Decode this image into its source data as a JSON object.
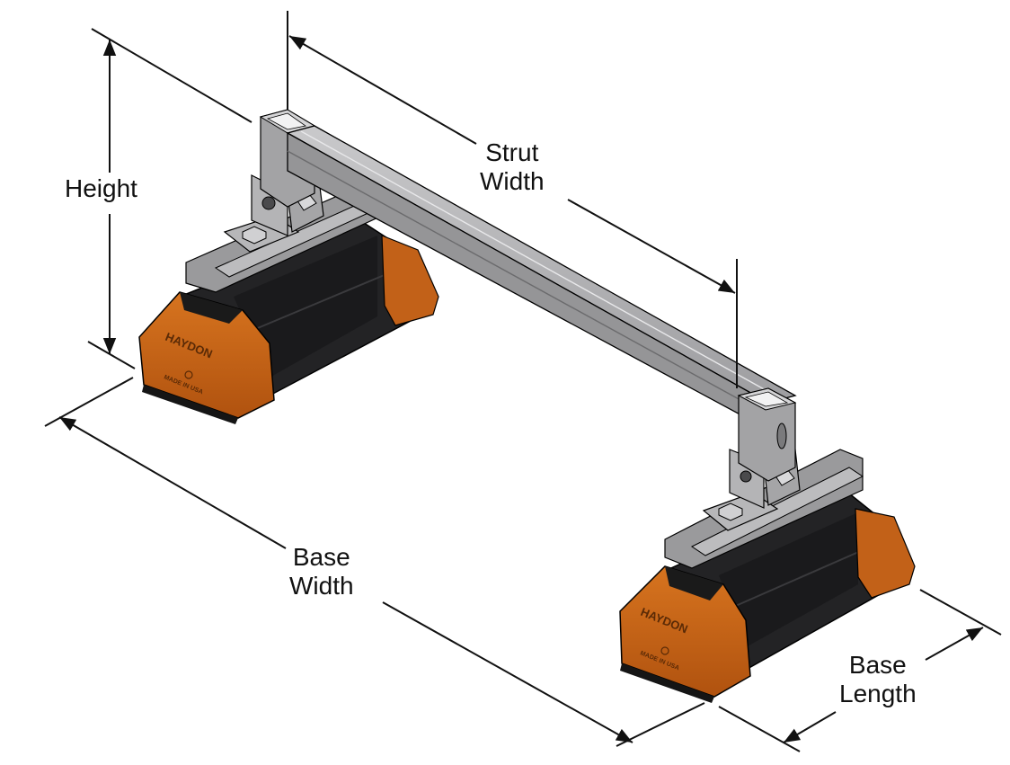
{
  "dimensions": {
    "height_label": "Height",
    "strut_width_line1": "Strut",
    "strut_width_line2": "Width",
    "base_width_line1": "Base",
    "base_width_line2": "Width",
    "base_length_line1": "Base",
    "base_length_line2": "Length"
  },
  "product": {
    "brand": "HAYDON",
    "origin_mark": "MADE IN USA"
  },
  "colors": {
    "rubber_block": "#1c1c1e",
    "orange_cap": "#c8661b",
    "steel": "#a8a8aa",
    "dimension_line": "#111111"
  }
}
